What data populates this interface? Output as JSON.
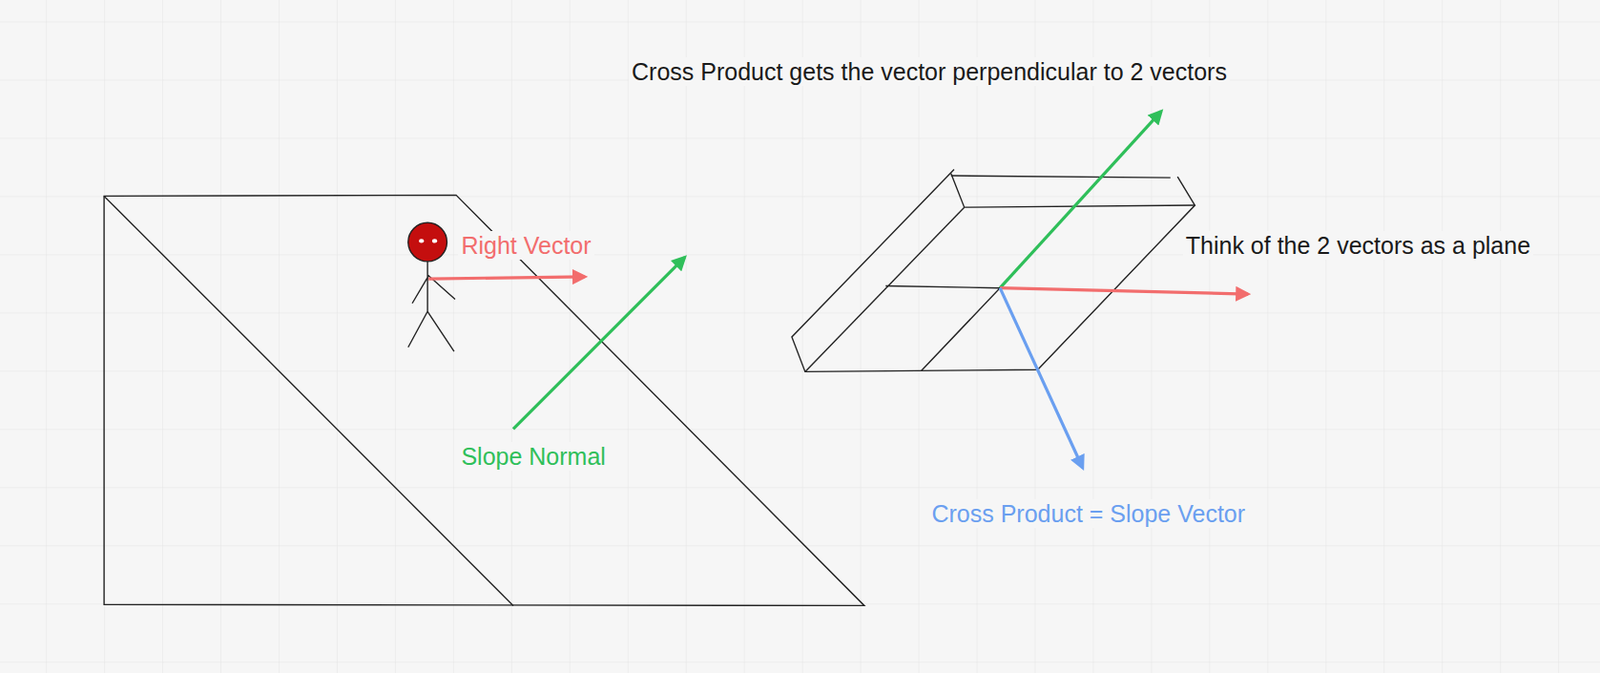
{
  "diagram": {
    "labels": [
      "Cross Product gets the vector perpendicular to 2 vectors",
      "Right Vector",
      "Slope Normal",
      "Think of the 2 vectors as a plane",
      "Cross Product = Slope Vector"
    ]
  }
}
